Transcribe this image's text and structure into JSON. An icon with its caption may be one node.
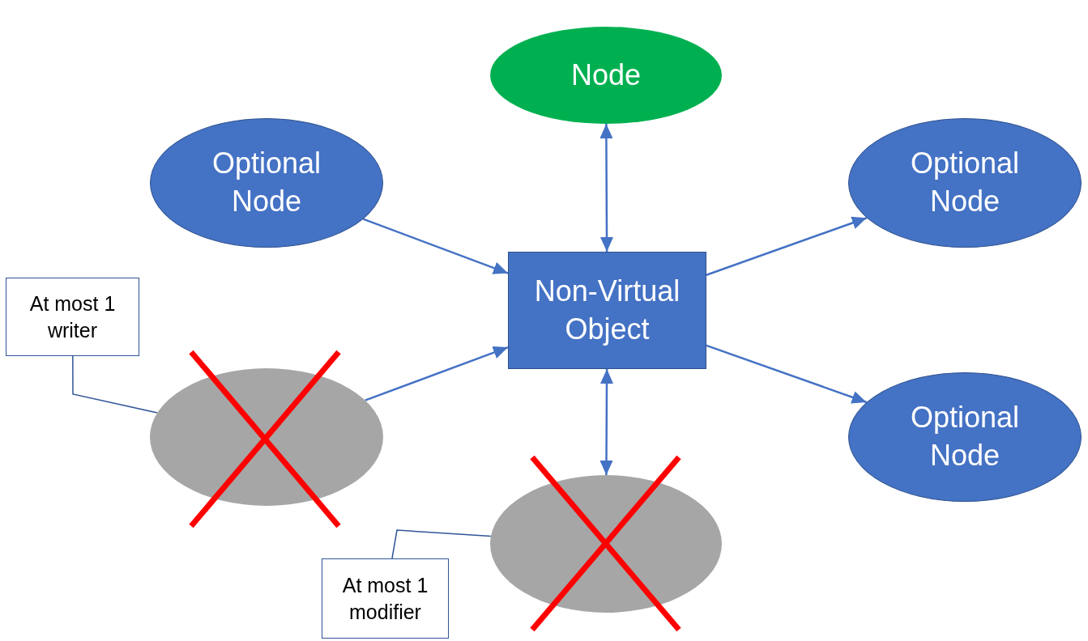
{
  "diagram": {
    "nodes": [
      {
        "text": [
          "Node"
        ]
      },
      {
        "text": [
          "Optional Node"
        ]
      },
      {
        "text": [
          "Optional Node"
        ]
      },
      {
        "text": [
          "Non-Virtual Object"
        ]
      },
      {
        "text": [
          "At most 1 writer"
        ]
      },
      {
        "text": [],
        "shape": "ellipse"
      },
      {
        "text": [
          "Optional Node"
        ]
      },
      {
        "text": [],
        "shape": "ellipse"
      },
      {
        "text": [
          "At most 1 modifier"
        ]
      }
    ],
    "edges": [
      {
        "from": 0,
        "to": 3,
        "arrow": "both"
      },
      {
        "from": 1,
        "to": 3,
        "arrow": "to"
      },
      {
        "from": 5,
        "to": 3,
        "arrow": "to"
      },
      {
        "from": 3,
        "to": 2,
        "arrow": "to"
      },
      {
        "from": 3,
        "to": 6,
        "arrow": "to"
      },
      {
        "from": 3,
        "to": 7,
        "arrow": "both"
      },
      {
        "from": 4,
        "to": 5,
        "arrow": "none",
        "color": "#2f5597"
      },
      {
        "from": 8,
        "to": 7,
        "arrow": "none",
        "color": "#2f5597"
      }
    ]
  }
}
